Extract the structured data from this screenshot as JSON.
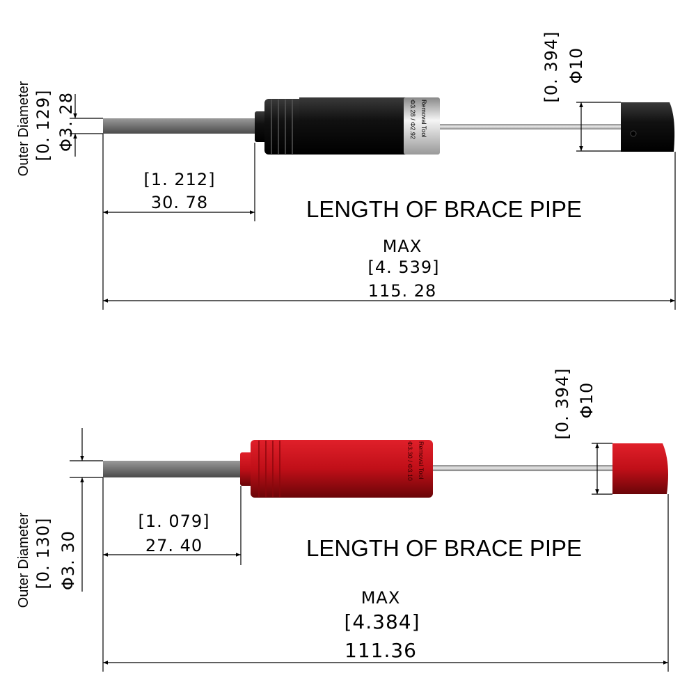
{
  "top": {
    "outer_diameter_label": "Outer Diameter",
    "outer_diameter_in": "[0. 129]",
    "outer_diameter_mm": "Φ3. 28",
    "rod_length_in": "[1. 212]",
    "rod_length_mm": "30. 78",
    "title": "LENGTH OF BRACE PIPE",
    "max_label": "MAX",
    "total_length_in": "[4. 539]",
    "total_length_mm": "115. 28",
    "knob_diameter_in": "[0. 394]",
    "knob_diameter_mm": "Φ10",
    "tool_label": "Removal Tool",
    "tool_size": "Φ3.28 / Φ2.92",
    "color": "#1a1a1a"
  },
  "bottom": {
    "outer_diameter_label": "Outer Diameter",
    "outer_diameter_in": "[0. 130]",
    "outer_diameter_mm": "Φ3. 30",
    "rod_length_in": "[1. 079]",
    "rod_length_mm": "27. 40",
    "title": "LENGTH OF BRACE PIPE",
    "max_label": "MAX",
    "total_length_in": "[4.384]",
    "total_length_mm": "111.36",
    "knob_diameter_in": "[0. 394]",
    "knob_diameter_mm": "Φ10",
    "tool_label": "Removal Tool",
    "tool_size": "Φ3.30 / Φ3.10",
    "color": "#c8141a"
  }
}
